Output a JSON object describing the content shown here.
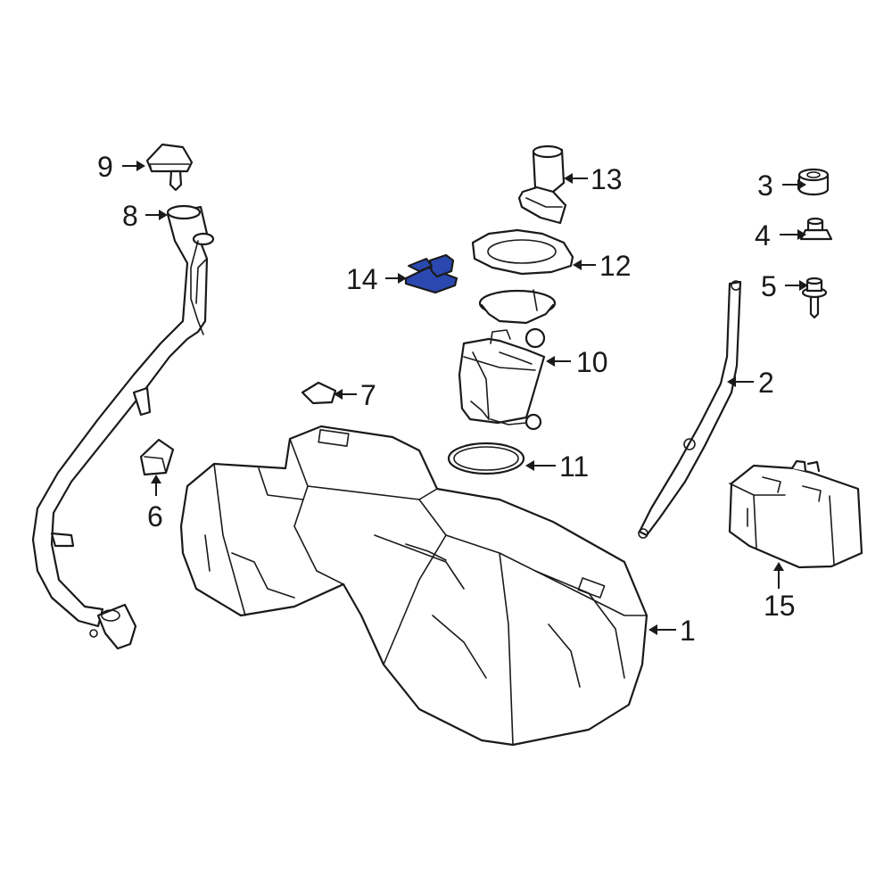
{
  "callouts": {
    "c1": "1",
    "c2": "2",
    "c3": "3",
    "c4": "4",
    "c5": "5",
    "c6": "6",
    "c7": "7",
    "c8": "8",
    "c9": "9",
    "c10": "10",
    "c11": "11",
    "c12": "12",
    "c13": "13",
    "c14": "14",
    "c15": "15"
  },
  "colors": {
    "line": "#1a1a1a",
    "highlight": "#2a48b0",
    "background": "#ffffff"
  }
}
